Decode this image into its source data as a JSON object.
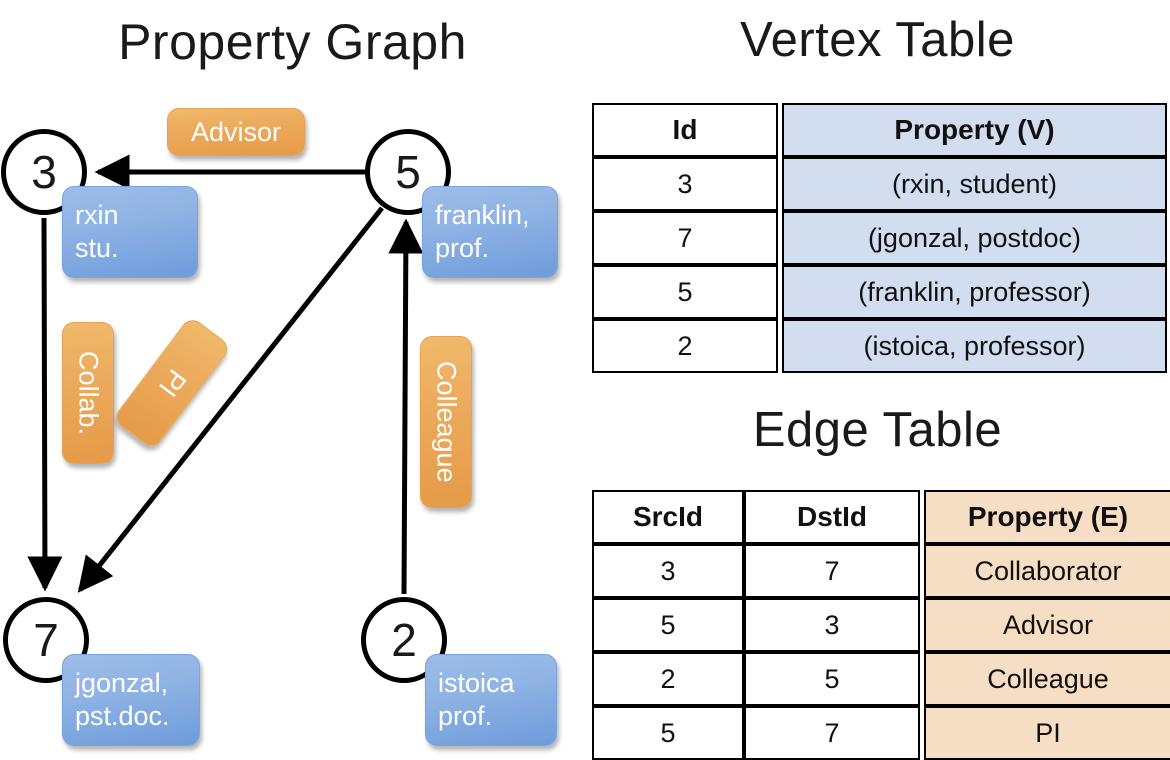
{
  "titles": {
    "property_graph": "Property Graph",
    "vertex_table": "Vertex Table",
    "edge_table": "Edge Table"
  },
  "graph": {
    "nodes": [
      {
        "id": "3",
        "property": "rxin\nstu."
      },
      {
        "id": "5",
        "property": "franklin,\nprof."
      },
      {
        "id": "7",
        "property": "jgonzal,\npst.doc."
      },
      {
        "id": "2",
        "property": "istoica\nprof."
      }
    ],
    "node_labels": {
      "n3": "3",
      "n5": "5",
      "n7": "7",
      "n2": "2"
    },
    "vertex_boxes": {
      "rxin_line1": "rxin",
      "rxin_line2": "stu.",
      "franklin_line1": "franklin,",
      "franklin_line2": "prof.",
      "jgonzal_line1": "jgonzal,",
      "jgonzal_line2": "pst.doc.",
      "istoica_line1": "istoica",
      "istoica_line2": "prof."
    },
    "edge_labels": {
      "advisor": "Advisor",
      "collab": "Collab.",
      "pi": "PI",
      "colleague": "Colleague"
    },
    "edges": [
      {
        "from": "5",
        "to": "3",
        "label": "Advisor"
      },
      {
        "from": "3",
        "to": "7",
        "label": "Collab."
      },
      {
        "from": "5",
        "to": "7",
        "label": "PI"
      },
      {
        "from": "2",
        "to": "5",
        "label": "Colleague"
      }
    ]
  },
  "vertex_table": {
    "headers": [
      "Id",
      "Property (V)"
    ],
    "rows": [
      {
        "id": "3",
        "property": "(rxin, student)"
      },
      {
        "id": "7",
        "property": "(jgonzal, postdoc)"
      },
      {
        "id": "5",
        "property": "(franklin, professor)"
      },
      {
        "id": "2",
        "property": "(istoica, professor)"
      }
    ]
  },
  "edge_table": {
    "headers": [
      "SrcId",
      "DstId",
      "Property (E)"
    ],
    "rows": [
      {
        "src": "3",
        "dst": "7",
        "property": "Collaborator"
      },
      {
        "src": "5",
        "dst": "3",
        "property": "Advisor"
      },
      {
        "src": "2",
        "dst": "5",
        "property": "Colleague"
      },
      {
        "src": "5",
        "dst": "7",
        "property": "PI"
      }
    ]
  },
  "colors": {
    "vertex_property_fill": "#d3ddf0",
    "edge_property_fill": "#f6dec4",
    "vertex_box": "#8fb3e4",
    "edge_box": "#eca95b",
    "stroke": "#000000"
  }
}
